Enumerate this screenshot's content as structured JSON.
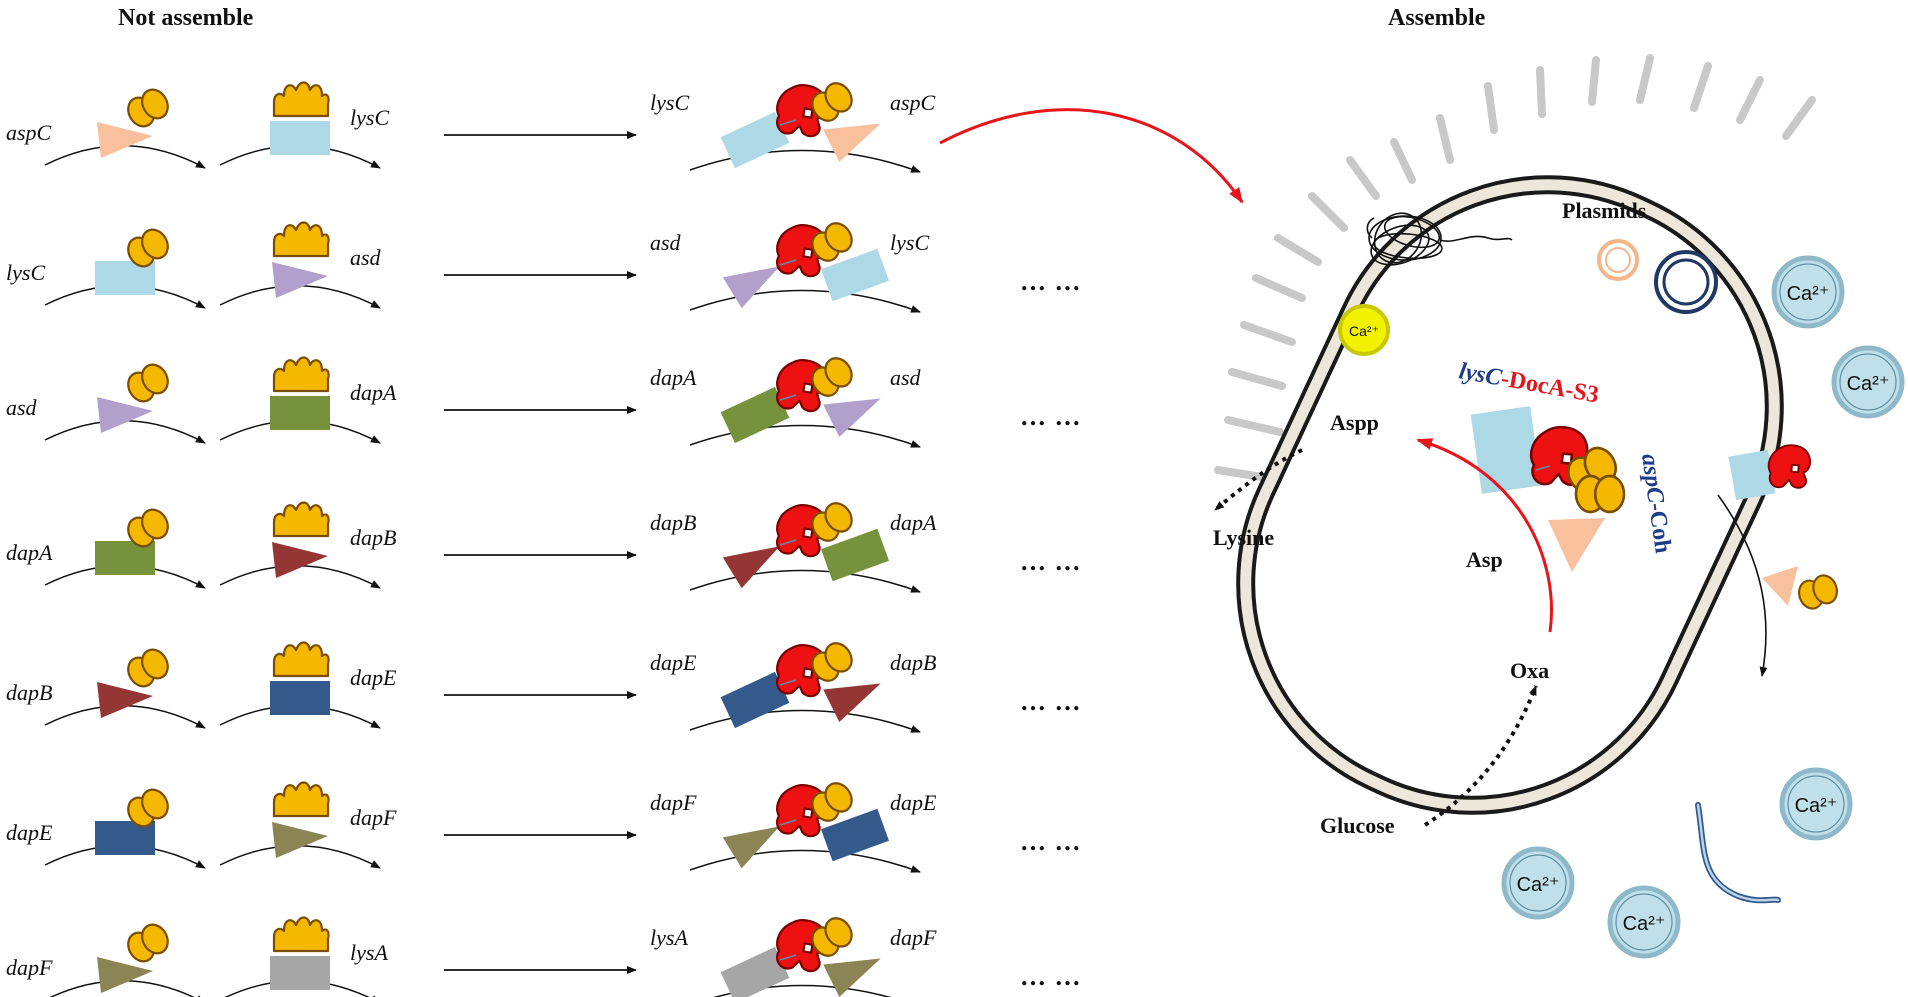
{
  "headers": {
    "left": "Not assemble",
    "right": "Assemble"
  },
  "colors": {
    "aspC": "#f8c09c",
    "lysC": "#add8e6",
    "asd": "#b2a0cc",
    "dapA": "#76923c",
    "dapB": "#943634",
    "dapE": "#345a8c",
    "dapF": "#8b8454",
    "lysA": "#a6a6a6",
    "cohesin": "#f5b800",
    "dockerin": "#ee1111",
    "calcium": "#bfe0ea",
    "red_arrow": "#e8141c"
  },
  "rows": [
    {
      "gene1": "aspC",
      "gene2": "lysC",
      "asm_left": "lysC",
      "asm_right": "aspC",
      "dots": ""
    },
    {
      "gene1": "lysC",
      "gene2": "asd",
      "asm_left": "asd",
      "asm_right": "lysC",
      "dots": "… …"
    },
    {
      "gene1": "asd",
      "gene2": "dapA",
      "asm_left": "dapA",
      "asm_right": "asd",
      "dots": "… …"
    },
    {
      "gene1": "dapA",
      "gene2": "dapB",
      "asm_left": "dapB",
      "asm_right": "dapA",
      "dots": "… …"
    },
    {
      "gene1": "dapB",
      "gene2": "dapE",
      "asm_left": "dapE",
      "asm_right": "dapB",
      "dots": "… …"
    },
    {
      "gene1": "dapE",
      "gene2": "dapF",
      "asm_left": "dapF",
      "asm_right": "dapE",
      "dots": "… …"
    },
    {
      "gene1": "dapF",
      "gene2": "lysA",
      "asm_left": "lysA",
      "asm_right": "dapF",
      "dots": "… …"
    }
  ],
  "cell": {
    "plasmids_label": "Plasmids",
    "calcium_label": "Ca²⁺",
    "construct_gene_top": "lysC",
    "construct_module_top": "-DocA-S3",
    "construct_gene_side": "aspC",
    "construct_module_side": "-Coh",
    "aspp": "Aspp",
    "asp": "Asp",
    "oxa": "Oxa",
    "lysine": "Lysine",
    "glucose": "Glucose"
  }
}
